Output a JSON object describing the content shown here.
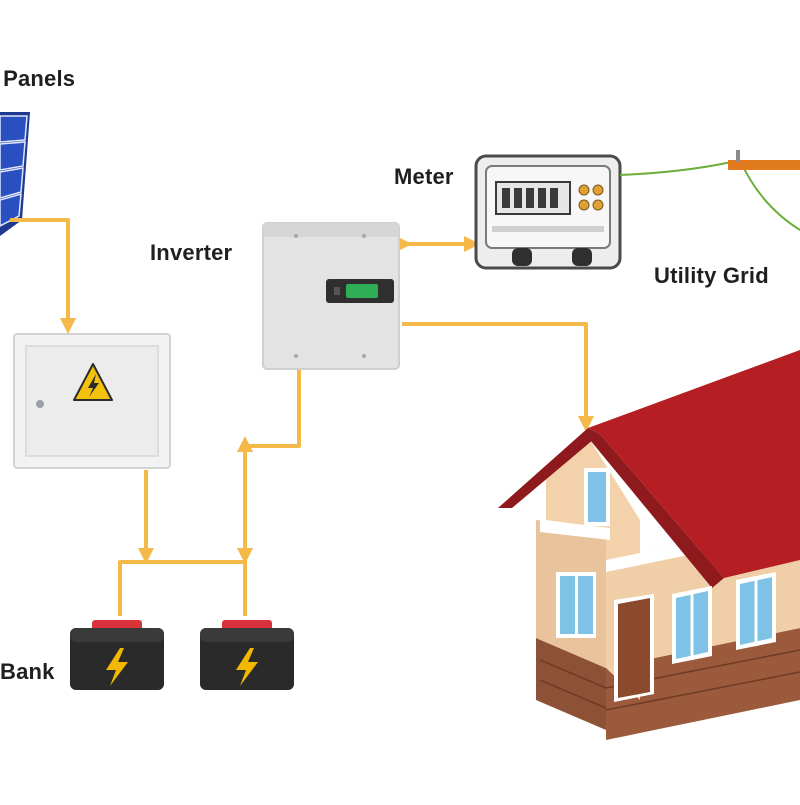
{
  "diagram": {
    "labels": {
      "solar_panels": "r Panels",
      "meter": "Meter",
      "inverter": "Inverter",
      "utility_grid": "Utility Grid",
      "battery_bank": "Bank"
    },
    "colors": {
      "wire": "#f5b94a",
      "house_roof": "#b51f24",
      "house_wall": "#f0cfa8",
      "house_brick": "#9c5a3c",
      "inverter_display": "#2fae56",
      "battery_terminal": "#d8323a",
      "bolt": "#f2b700",
      "panel_cell": "#2a4fc0",
      "grid_cable": "#e07a1c"
    },
    "icons": [
      "lightning-warning-icon",
      "battery-bolt-icon",
      "solar-panel-icon",
      "house-icon",
      "meter-icon",
      "inverter-icon",
      "power-pole-icon"
    ]
  }
}
